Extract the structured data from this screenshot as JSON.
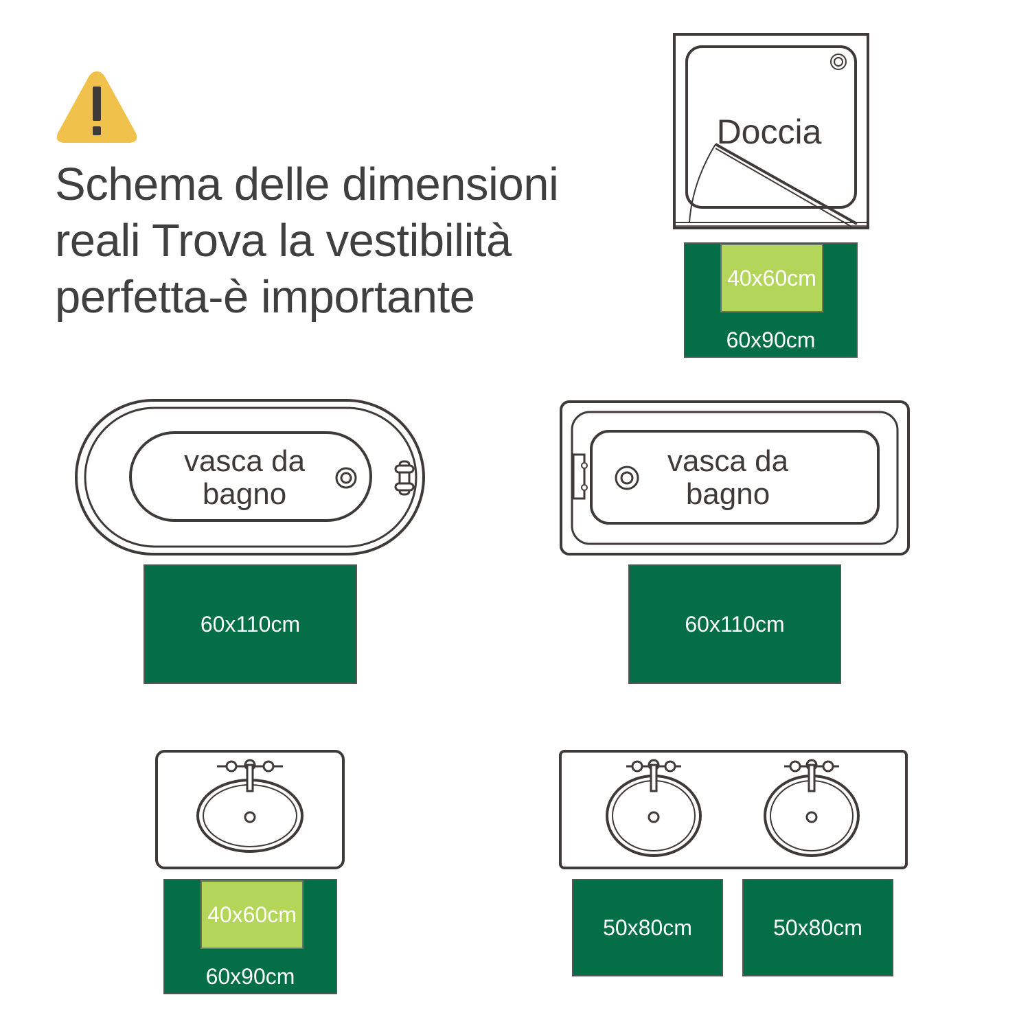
{
  "headline": {
    "line1": "Schema delle dimensioni",
    "line2": "reali Trova la vestibilità",
    "line3": "perfetta-è importante"
  },
  "icons": {
    "warning": "warning-triangle-icon"
  },
  "colors": {
    "mat_dark_green": "#046e47",
    "mat_light_green": "#b3d65a",
    "warning_yellow": "#f0c14b",
    "outline": "#3e3a39"
  },
  "fixtures": {
    "shower": {
      "label": "Doccia",
      "outer_mat": "60x90cm",
      "inner_mat": "40x60cm"
    },
    "oval_tub": {
      "label_line1": "vasca da",
      "label_line2": "bagno",
      "mat": "60x110cm"
    },
    "rect_tub": {
      "label_line1": "vasca da",
      "label_line2": "bagno",
      "mat": "60x110cm"
    },
    "single_sink": {
      "outer_mat": "60x90cm",
      "inner_mat": "40x60cm"
    },
    "double_sink": {
      "mat_left": "50x80cm",
      "mat_right": "50x80cm"
    }
  }
}
